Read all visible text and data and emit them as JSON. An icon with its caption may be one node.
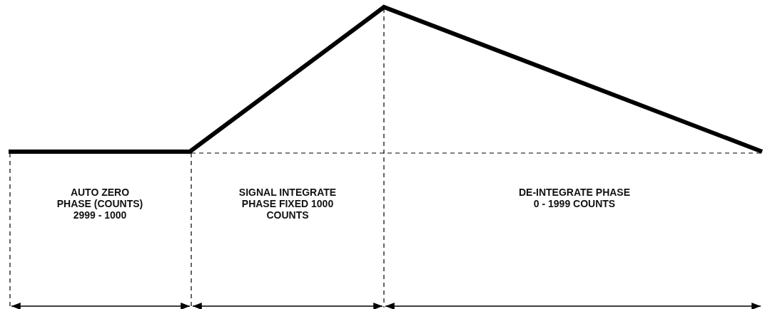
{
  "diagram": {
    "labels": [
      "AUTO ZERO PHASE (COUNTS) 2999 - 1000",
      "SIGNAL INTEGRATE PHASE FIXED 1000 COUNTS",
      "DE-INTEGRATE PHASE 0 - 1999 COUNTS"
    ]
  }
}
